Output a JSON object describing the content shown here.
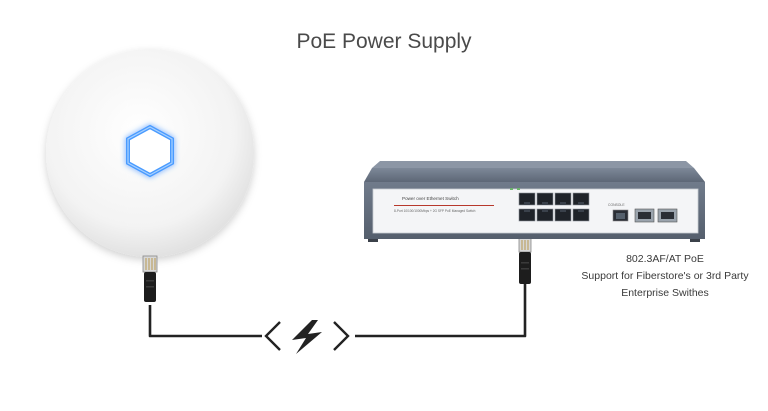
{
  "diagram": {
    "title": "PoE Power Supply",
    "caption_lines": [
      "802.3AF/AT PoE",
      "Support for Fiberstore's or 3rd Party",
      "Enterprise Swithes"
    ],
    "switch_label": "Power over Ethernet Switch",
    "switch_sublabel": "8-Port 10/100/1000Mbps + 2G SFP PoE Managed Switch",
    "switch_sfp_label": "CONSOLE",
    "colors": {
      "line": "#222222",
      "access_point_led": "#4a9bff",
      "switch_body": "#6a7585"
    },
    "icons": [
      "access-point-icon",
      "ethernet-plug-icon",
      "poe-switch-icon",
      "lightning-bolt-icon"
    ]
  }
}
